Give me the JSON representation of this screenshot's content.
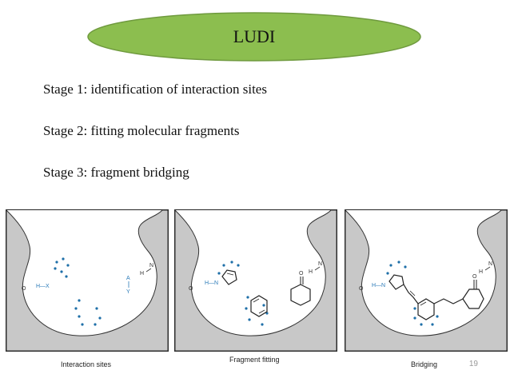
{
  "slide": {
    "title": "LUDI",
    "stages": [
      "Stage 1: identification of interaction sites",
      "Stage 2: fitting molecular fragments",
      "Stage 3: fragment bridging"
    ],
    "page_number": "19"
  },
  "panels": [
    {
      "caption": "Interaction sites",
      "labels": {
        "hx": "H—X",
        "o": "O",
        "h": "H",
        "n": "N",
        "a": "A",
        "y": "Y"
      }
    },
    {
      "caption": "Fragment fitting",
      "labels": {
        "hn": "H—N",
        "o_left": "O",
        "h": "H",
        "n": "N",
        "o_ketone": "O"
      }
    },
    {
      "caption": "Bridging",
      "labels": {
        "hn": "H—N",
        "o_left": "O",
        "h": "H",
        "n": "N",
        "o_ketone": "O"
      }
    }
  ],
  "colors": {
    "ellipse_fill": "#8cbe4f",
    "ellipse_stroke": "#6f9a3e",
    "cavity_fill": "#c8c8c8",
    "dots": "#1e6fa8",
    "label_blue": "#2a7ab8"
  }
}
